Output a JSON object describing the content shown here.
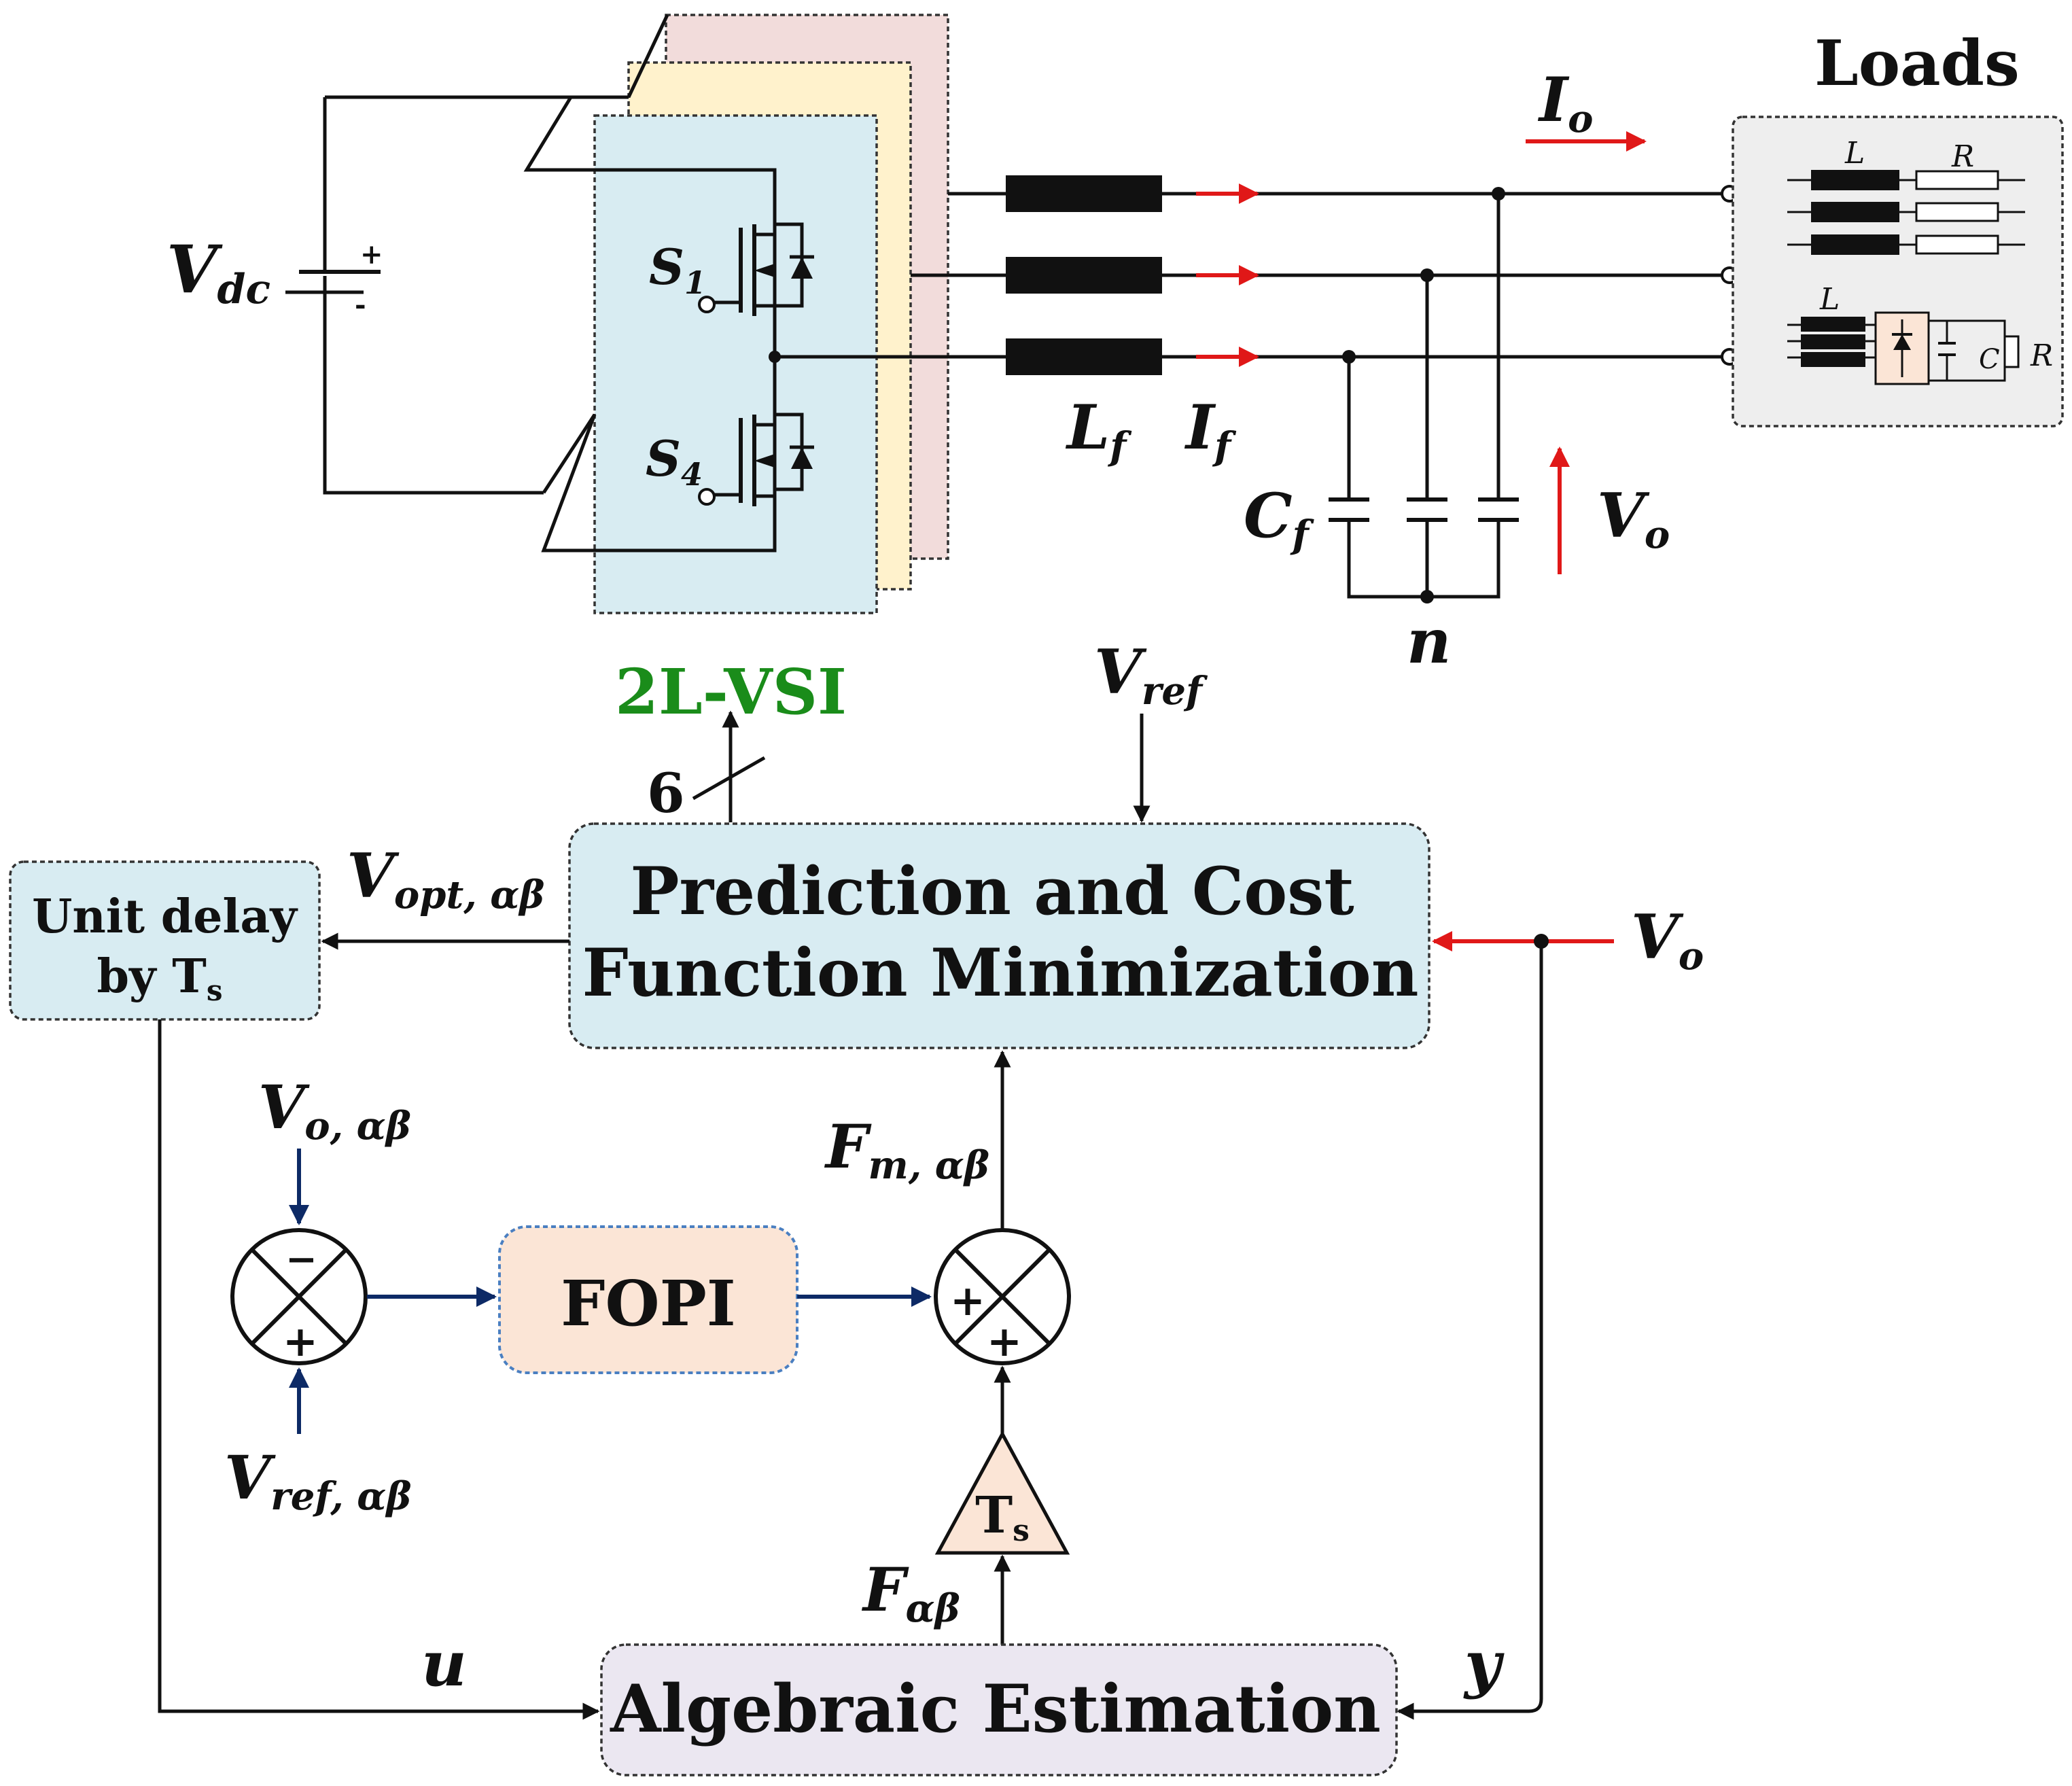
{
  "colors": {
    "green": "#1a8c1a",
    "teal": "#19a878",
    "navy": "#0d2a66",
    "red": "#e01818",
    "panel_blue": "#d8ecf2",
    "panel_yellow": "#fff2cc",
    "panel_pink": "#f2dcdb",
    "fopi_fill": "#fbe5d6",
    "alg_fill": "#ebe7f1",
    "loads_fill": "#eeeeee"
  },
  "circuit": {
    "vdc": {
      "main": "V",
      "sub": "dc"
    },
    "battery_plus": "+",
    "battery_minus": "-",
    "s1": {
      "main": "S",
      "sub": "1"
    },
    "s4": {
      "main": "S",
      "sub": "4"
    },
    "lf": {
      "main": "L",
      "sub": "f"
    },
    "if": {
      "main": "I",
      "sub": "f"
    },
    "io": {
      "main": "I",
      "sub": "o"
    },
    "cf": {
      "main": "C",
      "sub": "f"
    },
    "vo": {
      "main": "V",
      "sub": "o"
    },
    "neutral": "n",
    "loads_title": "Loads",
    "load_L1": "L",
    "load_R1": "R",
    "load_L2": "L",
    "load_C2": "C",
    "load_R2": "R"
  },
  "control": {
    "vsi_label": "2L-VSI",
    "bus_count": "6",
    "vref": {
      "main": "V",
      "sub": "ref"
    },
    "predict_line1": "Prediction and Cost",
    "predict_line2": "Function Minimization",
    "vopt": {
      "main": "V",
      "sub": "opt, αβ"
    },
    "delay_line1": "Unit delay",
    "delay_line2": "by T",
    "delay_sub": "s",
    "vo_in": {
      "main": "V",
      "sub": "o"
    },
    "vo_ab": {
      "main": "V",
      "sub": "o, αβ"
    },
    "vref_ab": {
      "main": "V",
      "sub": "ref, αβ"
    },
    "sum1_top": "−",
    "sum1_bottom": "+",
    "fopi": "FOPI",
    "sum2_left": "+",
    "sum2_bottom": "+",
    "fm": {
      "main": "F",
      "sub": "m, αβ"
    },
    "gain_main": "T",
    "gain_sub": "s",
    "fab": {
      "main": "F",
      "sub": "αβ"
    },
    "u": "u",
    "y": "y",
    "algebraic": "Algebraic Estimation"
  }
}
